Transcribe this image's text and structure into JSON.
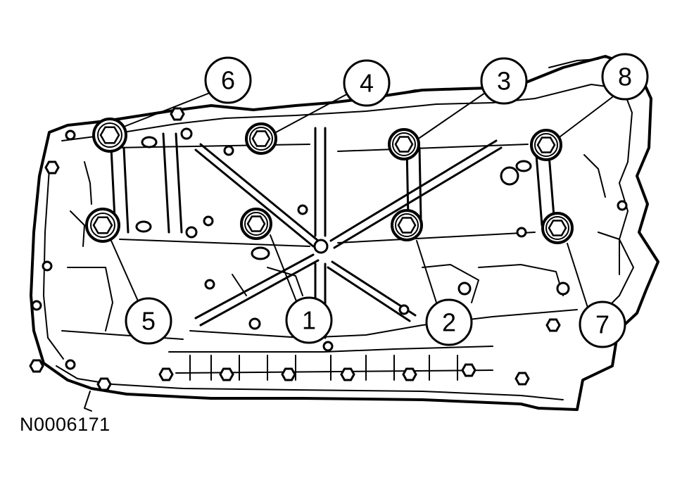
{
  "figure_id": "N0006171",
  "callouts": [
    {
      "label": "1",
      "target": "bolt-1"
    },
    {
      "label": "2",
      "target": "bolt-2"
    },
    {
      "label": "3",
      "target": "bolt-3"
    },
    {
      "label": "4",
      "target": "bolt-4"
    },
    {
      "label": "5",
      "target": "bolt-5"
    },
    {
      "label": "6",
      "target": "bolt-6"
    },
    {
      "label": "7",
      "target": "bolt-7"
    },
    {
      "label": "8",
      "target": "bolt-8"
    }
  ]
}
